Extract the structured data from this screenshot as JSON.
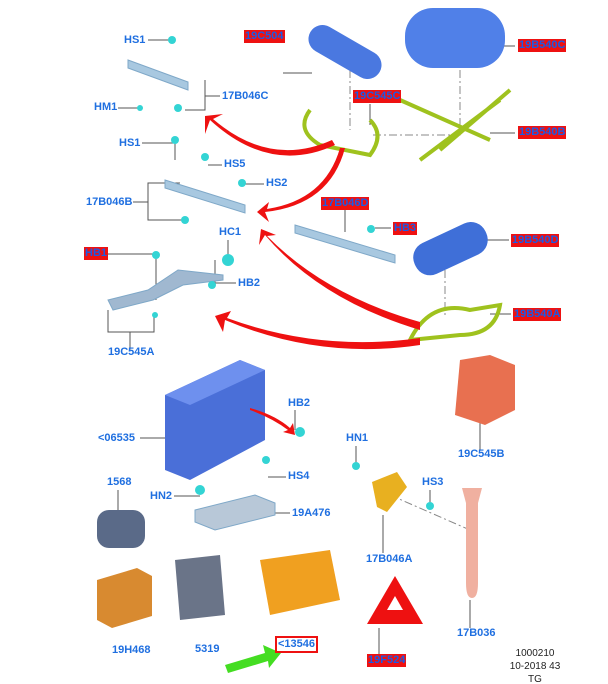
{
  "labels": [
    "HS1",
    "HM1",
    "17B046C",
    "HS1",
    "HS5",
    "HS2",
    "17B046B",
    "HC1",
    "HB2",
    "19C545A",
    "HB2",
    "<06535",
    "HN1",
    "HS3",
    "19C545B",
    "1568",
    "HN2",
    "HS4",
    "19A476",
    "17B046A",
    "19H468",
    "5319",
    "<13546",
    "17B036",
    "19F524"
  ],
  "highlighted_labels": [
    "19C504",
    "19B540C",
    "19C545C",
    "19B540B",
    "17B046D",
    "HB3",
    "19B540D",
    "19B540A",
    "HB1"
  ],
  "reference": {
    "number": "1000210",
    "date": "10-2018 43",
    "code": "TG"
  },
  "colors": {
    "label": "#1f6fe0",
    "highlight": "#ee1111",
    "arrow_red": "#ee1111",
    "arrow_green": "#44dd22",
    "bracket": "#9fc21e",
    "canister": "#4a78e0",
    "fastener": "#33d4d4",
    "orange_part": "#f0a020"
  }
}
